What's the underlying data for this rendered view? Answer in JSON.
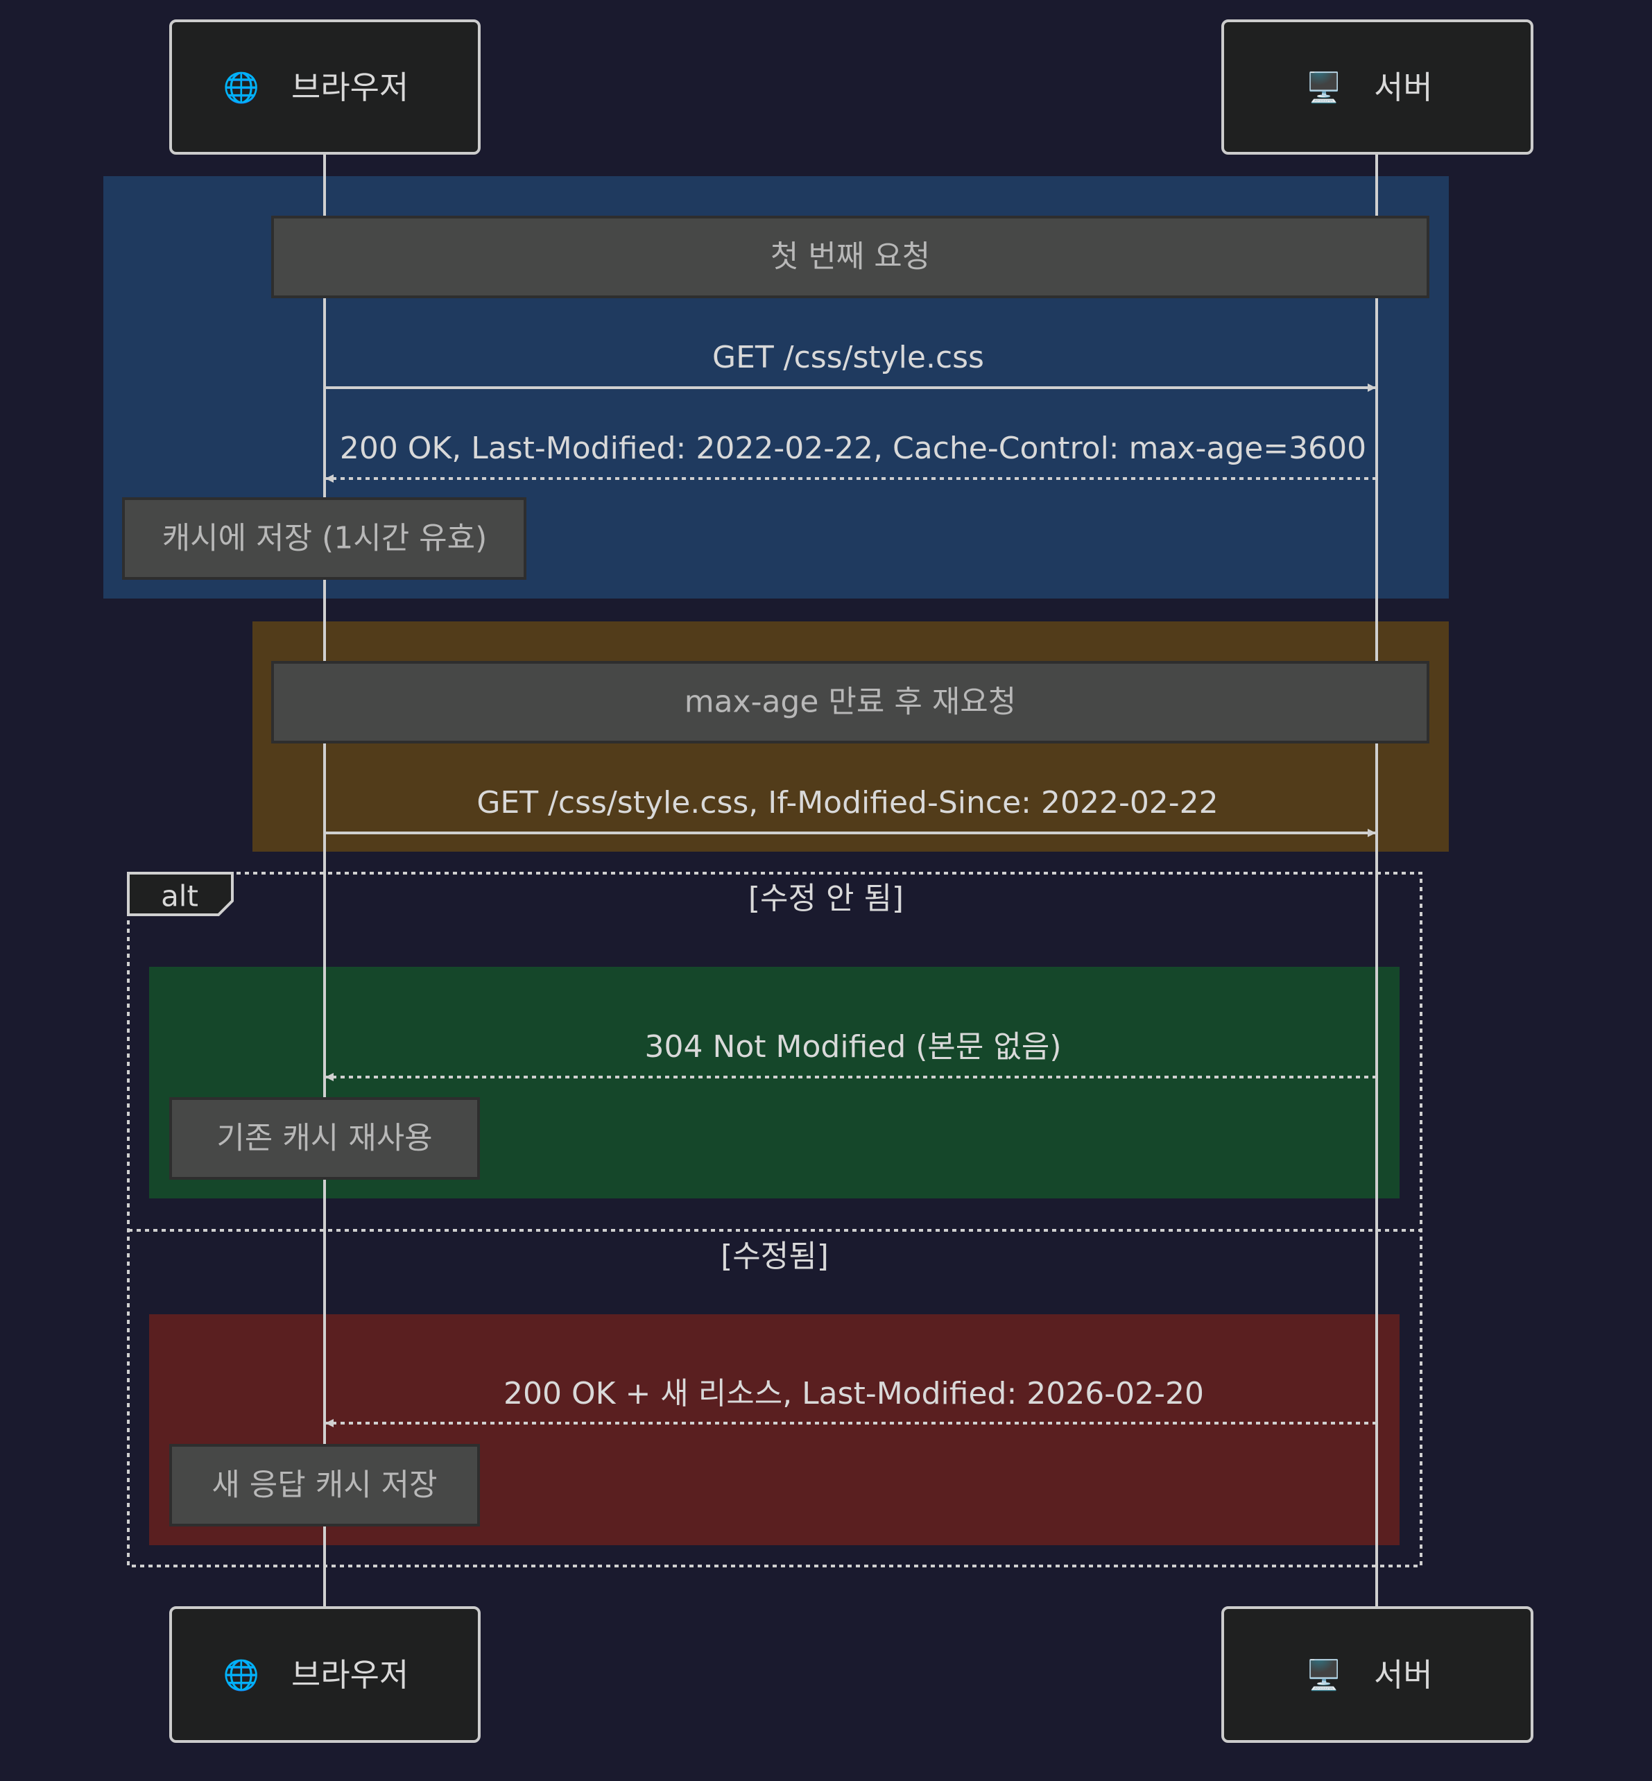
{
  "colors": {
    "background": "#1a1a2e",
    "participant_fill": "#1f2020",
    "participant_stroke": "#cccccc",
    "line": "#d0d0d0",
    "note_fill": "#474847",
    "note_stroke": "#2e2e2e",
    "rect_first": "#1f3a5f",
    "rect_second": "#523c1a",
    "rect_not_modified": "#15472a",
    "rect_modified": "#5a1f20"
  },
  "participants": [
    {
      "id": "browser",
      "label": "브라우저",
      "icon": "globe-icon",
      "glyph": "🌐"
    },
    {
      "id": "server",
      "label": "서버",
      "icon": "desktop-computer-icon",
      "glyph": "🖥️"
    }
  ],
  "sections": {
    "first": {
      "note": "첫 번째 요청",
      "request": "GET /css/style.css",
      "response": "200 OK, Last-Modified: 2022-02-22, Cache-Control: max-age=3600",
      "cache_note": "캐시에 저장 (1시간 유효)"
    },
    "second": {
      "note": "max-age 만료 후 재요청",
      "request": "GET /css/style.css, If-Modified-Since: 2022-02-22"
    },
    "alt": {
      "label": "alt",
      "branches": [
        {
          "guard": "[수정 안 됨]",
          "response": "304 Not Modified (본문 없음)",
          "note": "기존 캐시 재사용"
        },
        {
          "guard": "[수정됨]",
          "response": "200 OK + 새 리소스, Last-Modified: 2026-02-20",
          "note": "새 응답 캐시 저장"
        }
      ]
    }
  }
}
